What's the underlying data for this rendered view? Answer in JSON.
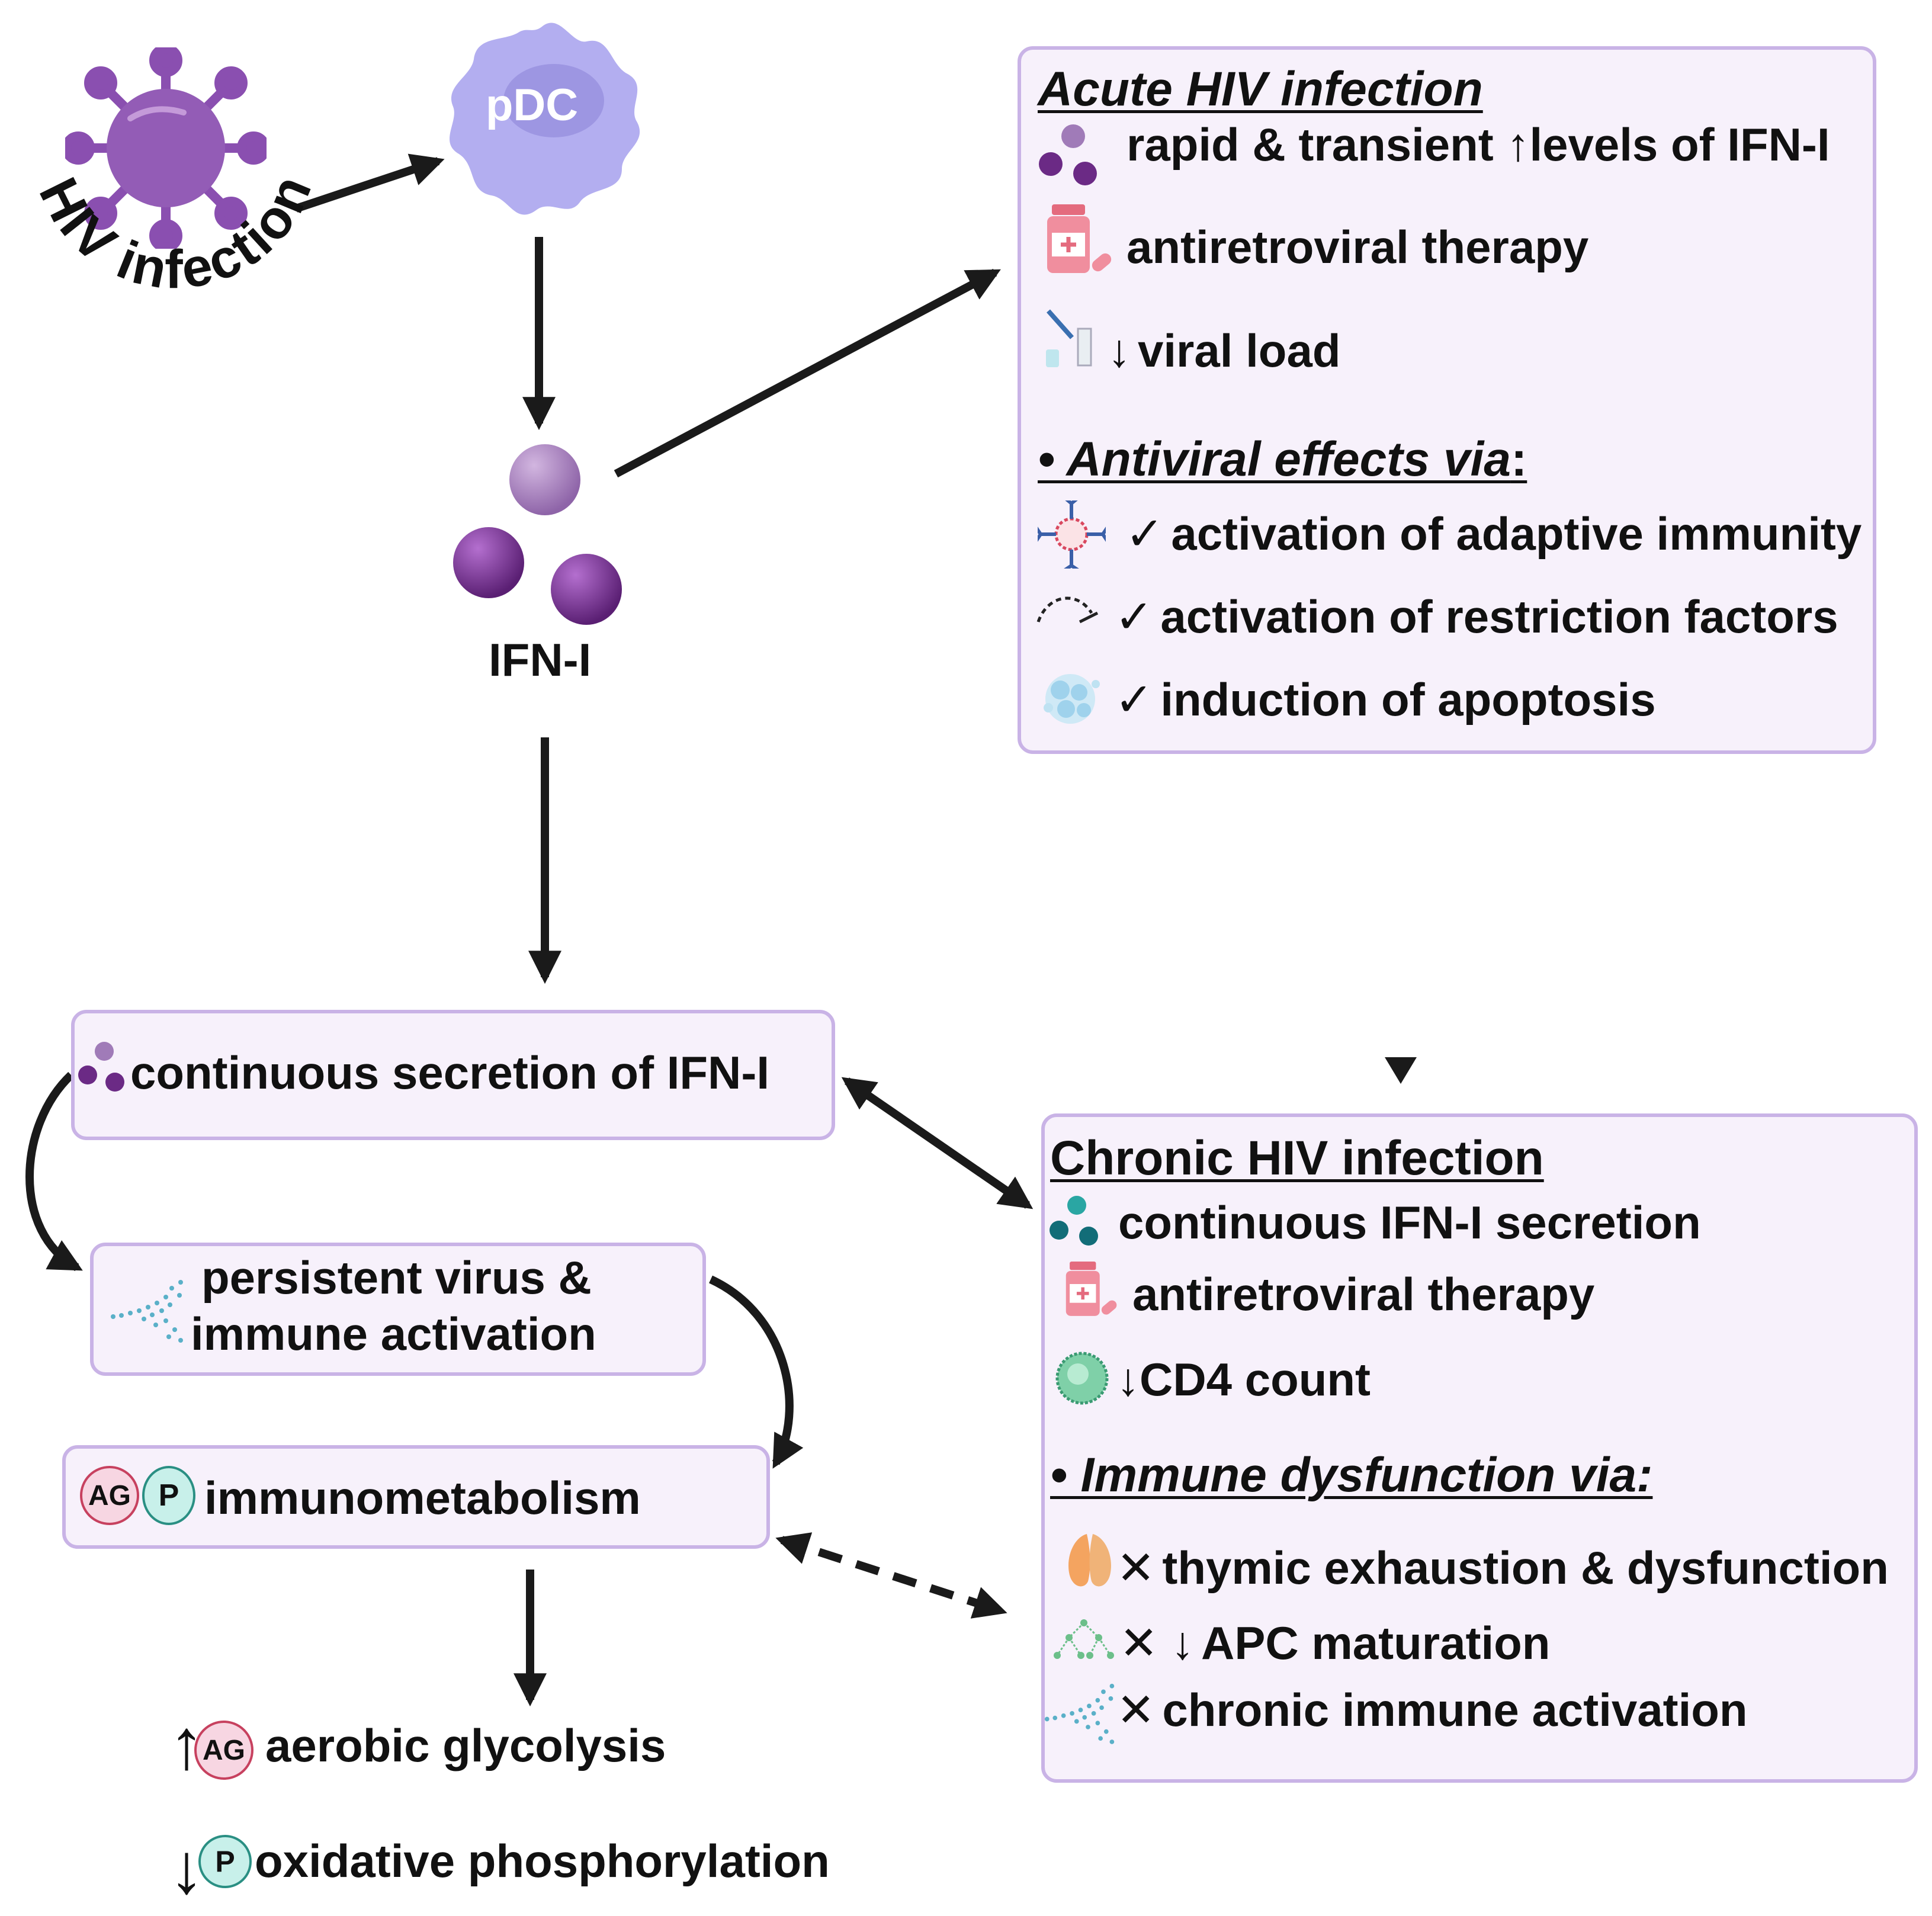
{
  "start": {
    "label": "HIV infection"
  },
  "cell": {
    "label": "pDC"
  },
  "ifn": {
    "label": "IFN-I"
  },
  "acute": {
    "title": "Acute HIV infection",
    "items": [
      {
        "mark": "↑",
        "pre": "rapid & transient ",
        "text": "levels of IFN-I",
        "icon": "ifn-cluster-icon"
      },
      {
        "mark": "",
        "pre": "",
        "text": "antiretroviral therapy",
        "icon": "medicine-icon"
      },
      {
        "mark": "↓",
        "pre": "",
        "text": "viral load",
        "icon": "test-kit-icon"
      }
    ],
    "subtitle": "• Antiviral effects via",
    "subtitle_suffix": ":",
    "effects": [
      {
        "mark": "✓",
        "text": "activation of adaptive immunity",
        "icon": "antibody-icon"
      },
      {
        "mark": "✓",
        "text": "activation of restriction factors",
        "icon": "restriction-factor-icon"
      },
      {
        "mark": "✓",
        "text": "induction of apoptosis",
        "icon": "apoptosis-icon"
      }
    ]
  },
  "continuous": {
    "text": "continuous secretion of IFN-I"
  },
  "persistent": {
    "line1": "persistent virus &",
    "line2": "immune activation"
  },
  "immuno": {
    "text": "immunometabolism",
    "badge_ag": "AG",
    "badge_p": "P"
  },
  "outputs": [
    {
      "arrow": "↑",
      "badge": "AG",
      "text": "aerobic  glycolysis"
    },
    {
      "arrow": "↓",
      "badge": "P",
      "text": "oxidative phosphorylation"
    }
  ],
  "chronic": {
    "title": "Chronic HIV infection",
    "items": [
      {
        "mark": "",
        "text": "continuous IFN-I secretion",
        "icon": "ifn-cluster-icon"
      },
      {
        "mark": "",
        "text": "antiretroviral therapy",
        "icon": "medicine-icon"
      },
      {
        "mark": "↓",
        "text": "CD4 count",
        "icon": "t-cell-icon"
      }
    ],
    "subtitle": "• Immune dysfunction via:",
    "effects": [
      {
        "mark": "✕",
        "text": "thymic exhaustion & dysfunction",
        "icon": "thymus-icon"
      },
      {
        "mark": "✕ ↓",
        "text": "APC maturation",
        "icon": "apc-icon"
      },
      {
        "mark": "✕",
        "text": "chronic immune activation",
        "icon": "spray-icon"
      }
    ]
  },
  "colors": {
    "box_fill": "#f7f1fb",
    "box_border": "#c9b3e6",
    "virus": "#8a4fb0",
    "pdc": "#b3aef0",
    "ifn_dark": "#6b2a85",
    "ifn_light": "#a07bb8",
    "ag_badge": "#f7d6e2",
    "p_badge": "#c8f0ea"
  }
}
